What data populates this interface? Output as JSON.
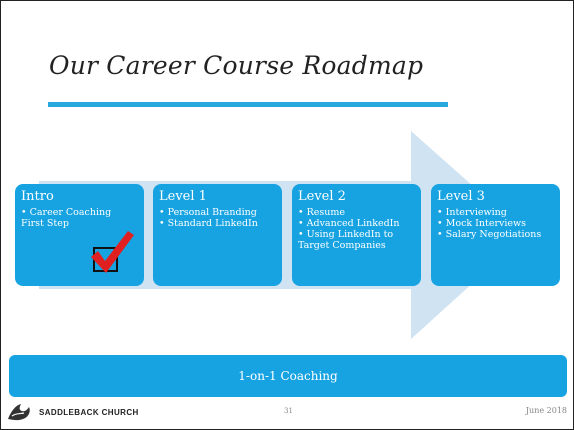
{
  "slide": {
    "title": "Our Career Course Roadmap",
    "cards": [
      {
        "head": "Intro",
        "items": [
          "• Career Coaching",
          "  First Step"
        ]
      },
      {
        "head": "Level 1",
        "items": [
          "• Personal Branding",
          "• Standard LinkedIn"
        ]
      },
      {
        "head": "Level 2",
        "items": [
          "• Resume",
          "• Advanced LinkedIn",
          "• Using LinkedIn to",
          "  Target Companies"
        ]
      },
      {
        "head": "Level 3",
        "items": [
          "• Interviewing",
          "• Mock Interviews",
          "• Salary Negotiations"
        ]
      }
    ],
    "coaching": "1-on-1 Coaching",
    "footer": {
      "logo_text": "SADDLEBACK CHURCH",
      "page_number": "31",
      "date": "June 2018"
    }
  },
  "colors": {
    "accent": "#17a3e1",
    "arrow": "#cfe3f3",
    "check": "#e02020"
  },
  "icons": {
    "check": "check-icon",
    "logo": "saddleback-logo-icon"
  }
}
